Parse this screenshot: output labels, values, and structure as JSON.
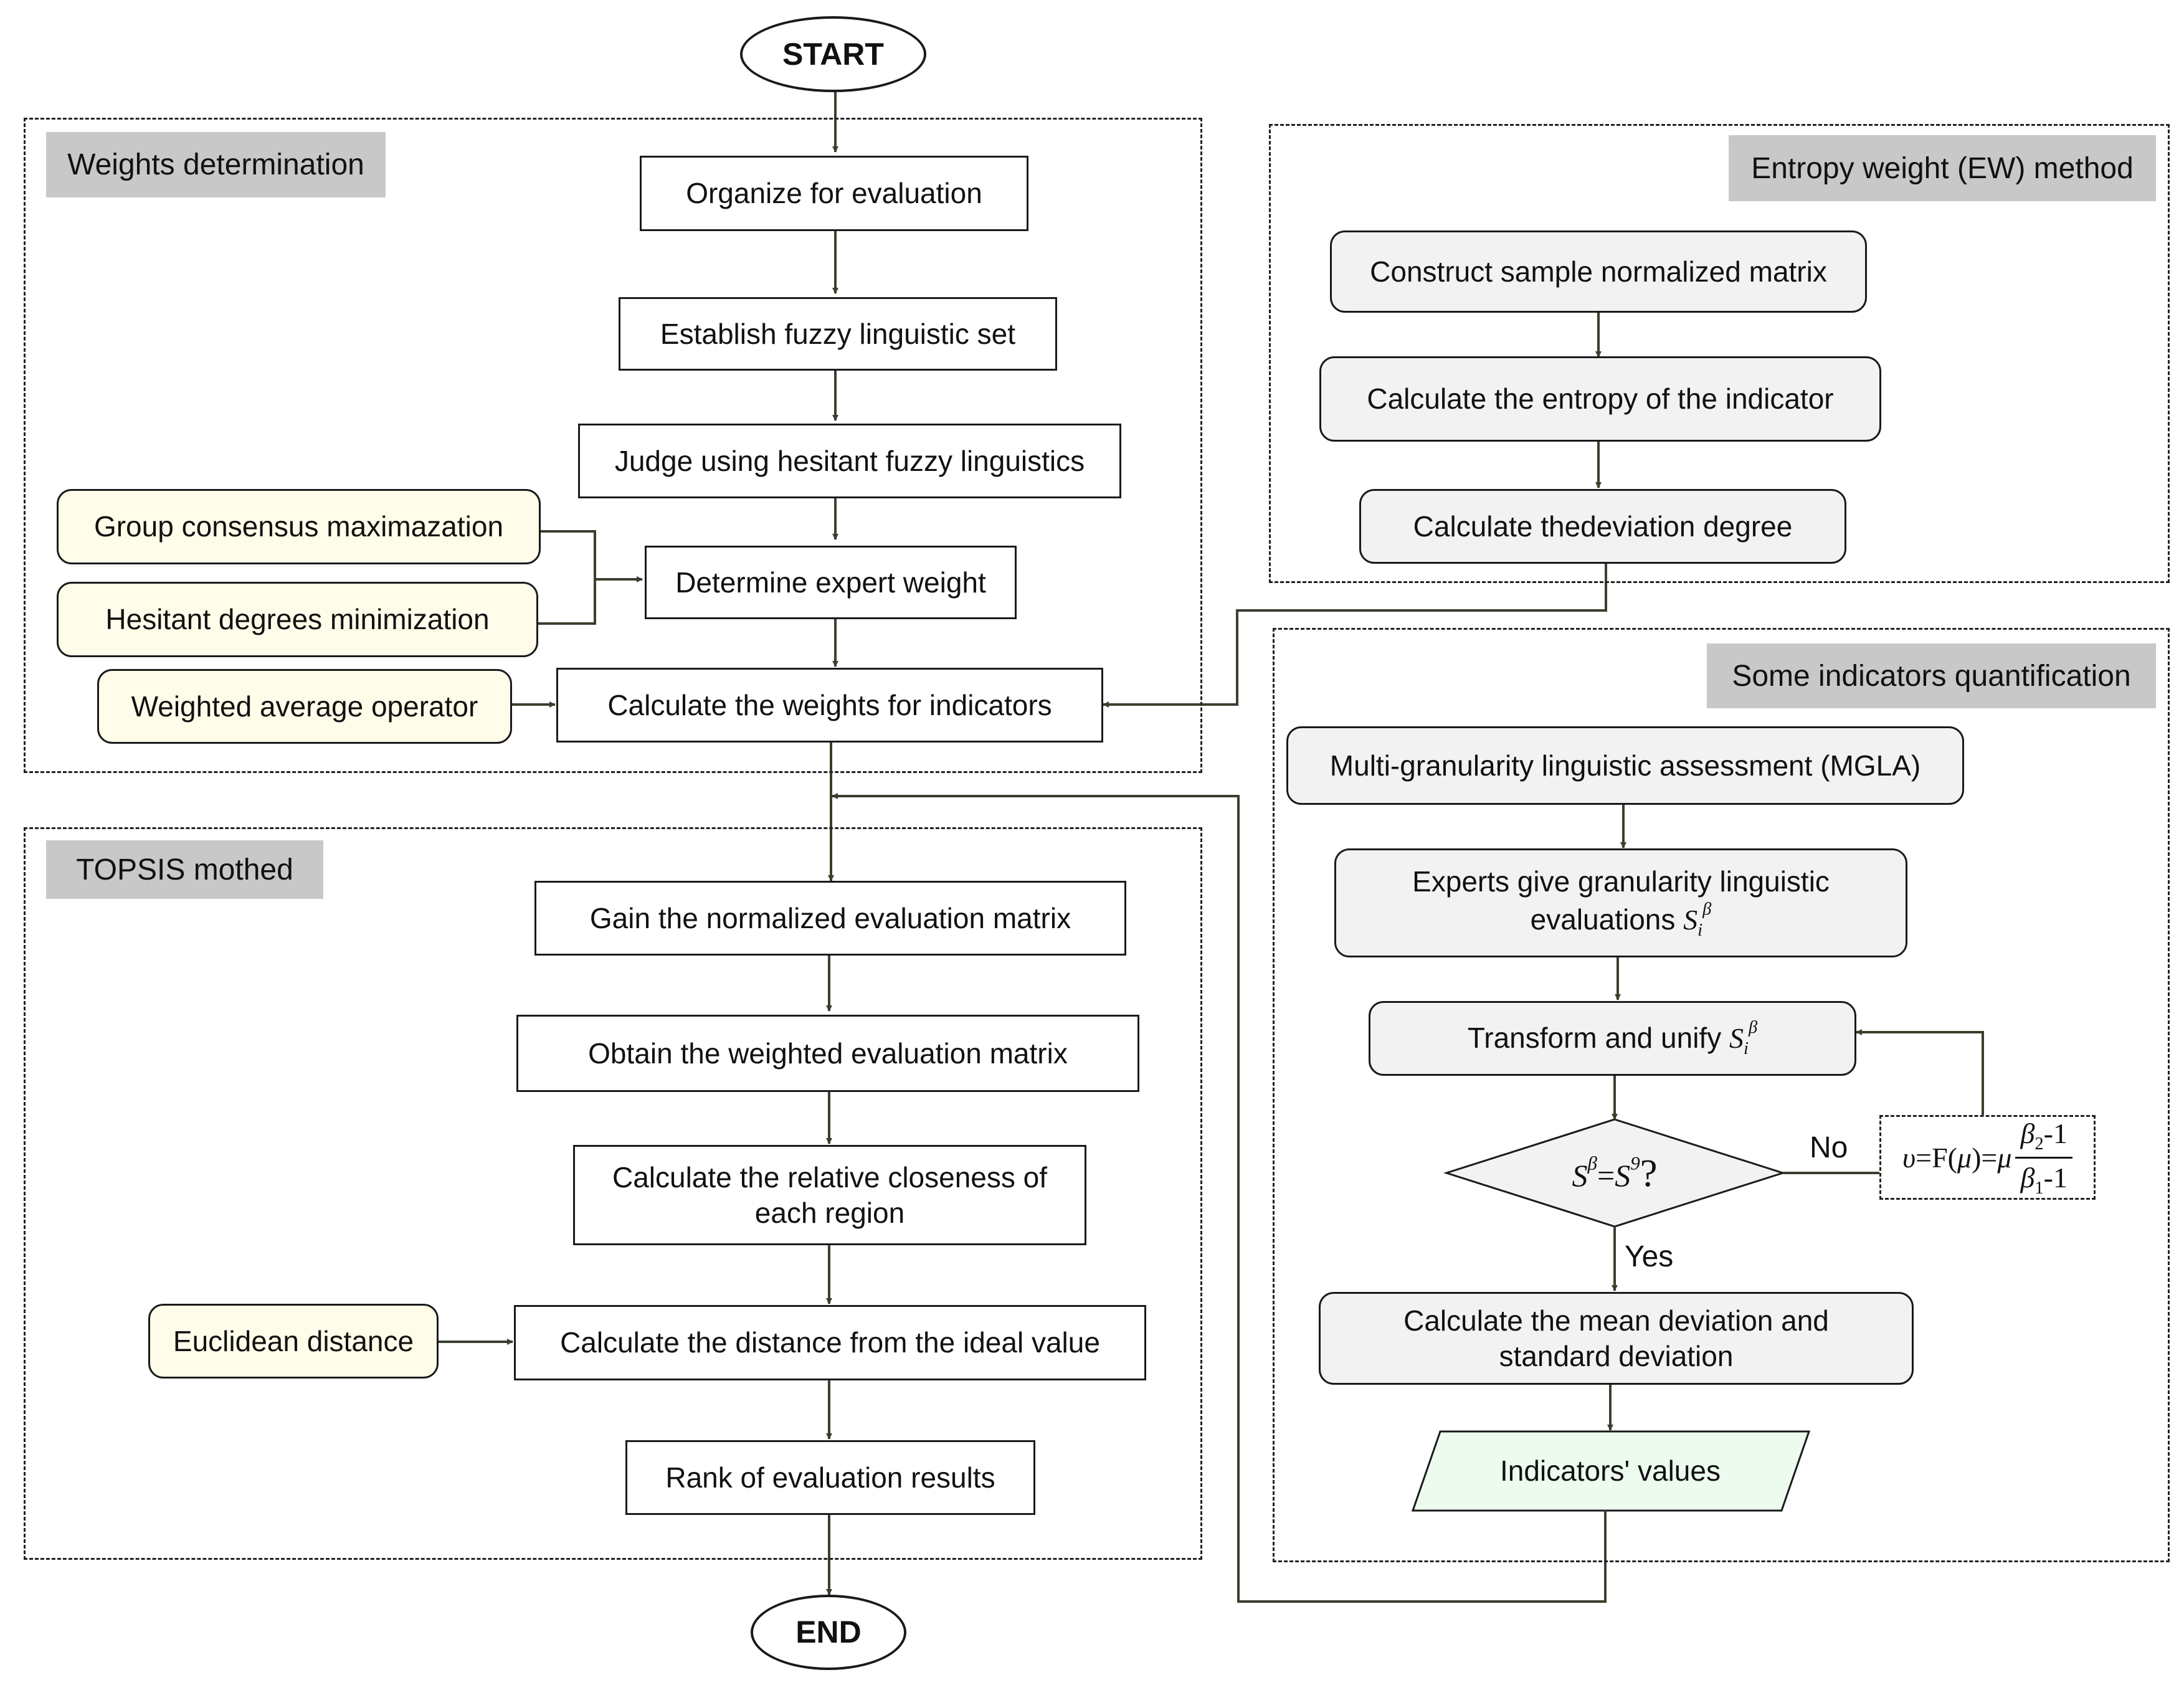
{
  "terminals": {
    "start": "START",
    "end": "END"
  },
  "sections": {
    "weights": {
      "title": "Weights determination",
      "steps": [
        "Organize for evaluation",
        "Establish fuzzy linguistic set",
        "Judge using hesitant fuzzy linguistics",
        "Determine expert weight",
        "Calculate  the weights for indicators"
      ],
      "inputs": [
        "Group consensus maximazation",
        "Hesitant degrees minimization",
        "Weighted average operator"
      ]
    },
    "entropy": {
      "title": "Entropy weight (EW) method",
      "steps": [
        "Construct sample normalized matrix",
        "Calculate the entropy of the indicator",
        "Calculate thedeviation degree"
      ]
    },
    "topsis": {
      "title": "TOPSIS mothed",
      "steps": [
        "Gain the normalized evaluation matrix",
        "Obtain the weighted evaluation matrix",
        "Calculate the relative closeness of",
        "each region",
        "Calculate the distance from the ideal value",
        "Rank of evaluation results"
      ],
      "input": "Euclidean distance"
    },
    "quantification": {
      "title": "Some indicators quantification",
      "mgla": "Multi-granularity linguistic assessment (MGLA)",
      "experts_line1": "Experts give granularity linguistic",
      "experts_line2": "evaluations",
      "transform": "Transform and unify",
      "symbol_S": "S",
      "symbol_i": "i",
      "symbol_beta": "β",
      "symbol_9": "9",
      "decision_eq": "=",
      "decision_q": "?",
      "no_label": "No",
      "yes_label": "Yes",
      "formula_lhs": "υ",
      "formula_mid": "=F(",
      "formula_mu": "μ",
      "formula_close": ")=",
      "formula_num_beta": "β",
      "formula_num_sub": "2",
      "formula_num_tail": "-1",
      "formula_den_sub": "1",
      "formula_den_tail": "-1",
      "mean_line1": "Calculate the mean deviation and",
      "mean_line2": "standard deviation",
      "output": "Indicators' values"
    }
  },
  "colors": {
    "line": "#3a3f2e",
    "section_tag_bg": "#c8c8c8",
    "rounded_fill": "#f2f2f2",
    "input_fill": "#fffde9",
    "output_fill": "#ecfbee"
  }
}
